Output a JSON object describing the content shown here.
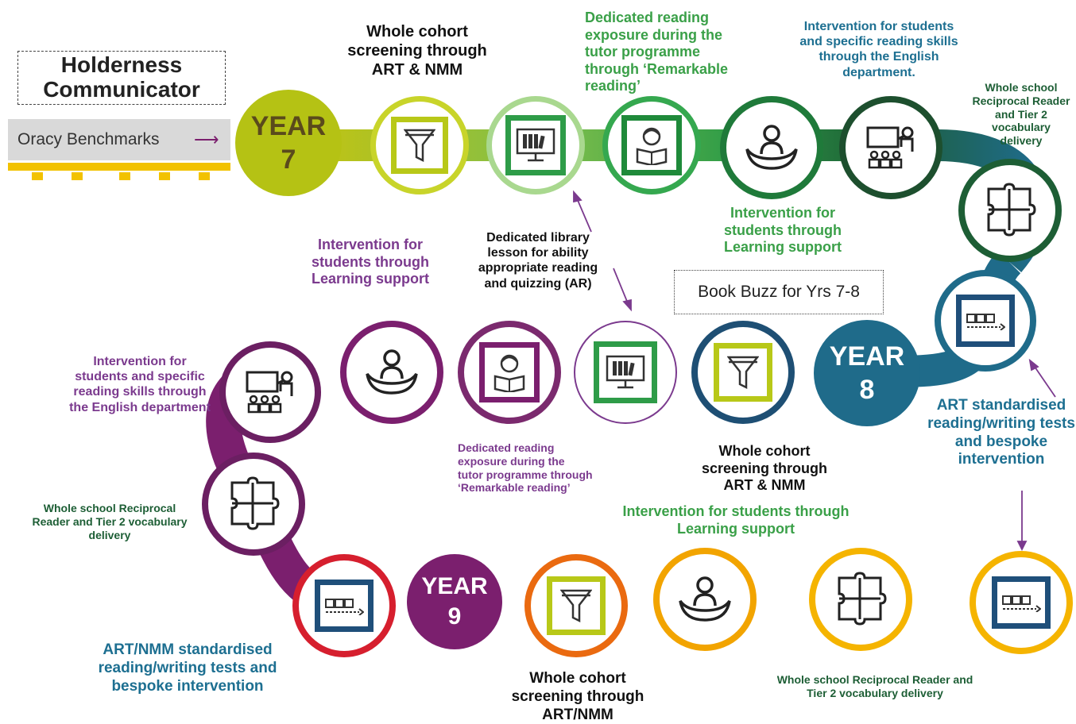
{
  "brand": {
    "line1": "Holderness",
    "line2": "Communicator"
  },
  "oracy_banner": "Oracy Benchmarks",
  "book_buzz": "Book Buzz for Yrs 7-8",
  "years": {
    "y7": {
      "label": "YEAR",
      "number": "7",
      "color": "#b5c214"
    },
    "y8": {
      "label": "YEAR",
      "number": "8",
      "color": "#1f6b8a"
    },
    "y9": {
      "label": "YEAR",
      "number": "9",
      "color": "#7b1f6e"
    }
  },
  "labels": {
    "whole_cohort_top": "Whole cohort screening through ART & NMM",
    "remarkable_top": "Dedicated reading exposure during the tutor programme through ‘Remarkable reading’",
    "english_dept_top": "Intervention for students and specific reading skills through the English department.",
    "reciprocal_right": "Whole school Reciprocal Reader and Tier 2 vocabulary delivery",
    "learning_support_green": "Intervention for students through Learning support",
    "learning_support_purple": "Intervention for students through Learning support",
    "library": "Dedicated library lesson for ability appropriate reading and quizzing (AR)",
    "english_dept_left": "Intervention for students and specific reading skills through the English department",
    "remarkable_mid": "Dedicated reading exposure during the tutor programme through ‘Remarkable reading’",
    "whole_cohort_mid": "Whole cohort screening through ART & NMM",
    "art_right": "ART standardised reading/writing tests and bespoke intervention",
    "reciprocal_left": "Whole school Reciprocal Reader and Tier 2 vocabulary delivery",
    "learning_support_bottom": "Intervention for students through Learning support",
    "art_nmm_bottom": "ART/NMM standardised reading/writing tests and bespoke intervention",
    "whole_cohort_bottom": "Whole cohort screening through ART/NMM",
    "reciprocal_bottom": "Whole school Reciprocal Reader and Tier 2 vocabulary delivery"
  },
  "colors": {
    "yellow": "#c8c40e",
    "green": "#2e9c48",
    "dark_green": "#1d5e35",
    "teal": "#1f6b8a",
    "purple": "#7b1f6e",
    "red": "#d61f2e",
    "orange": "#f08a00",
    "amber": "#f5b400",
    "label_green": "#3aa048",
    "label_teal": "#1d6f91",
    "label_purple": "#7b3a8e"
  }
}
